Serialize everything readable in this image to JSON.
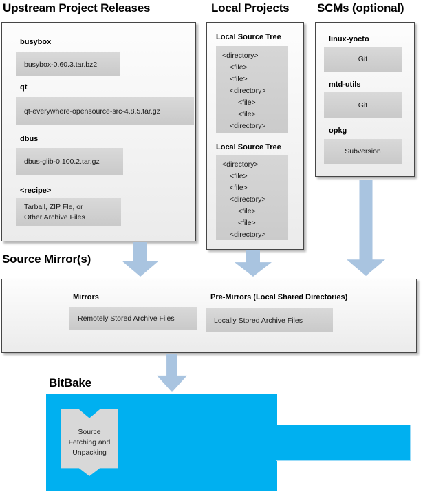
{
  "titles": {
    "upstream": "Upstream Project Releases",
    "local": "Local Projects",
    "scms": "SCMs (optional)",
    "mirrors": "Source Mirror(s)",
    "bitbake": "BitBake"
  },
  "upstream": {
    "items": [
      {
        "label": "busybox",
        "lines": [
          "busybox-0.60.3.tar.bz2"
        ]
      },
      {
        "label": "qt",
        "lines": [
          "qt-everywhere-opensource-src-4.8.5.tar.gz"
        ]
      },
      {
        "label": "dbus",
        "lines": [
          "dbus-glib-0.100.2.tar.gz"
        ]
      },
      {
        "label": "<recipe>",
        "lines": [
          "Tarball, ZIP Fle, or",
          "Other Archive Files"
        ]
      }
    ]
  },
  "local": {
    "tree_label": "Local Source Tree",
    "tree_items": [
      "<directory>",
      "<file>",
      "<file>",
      "<directory>",
      "<file>",
      "<file>",
      "<directory>"
    ]
  },
  "scms": {
    "items": [
      {
        "label": "linux-yocto",
        "box": "Git"
      },
      {
        "label": "mtd-utils",
        "box": "Git"
      },
      {
        "label": "opkg",
        "box": "Subversion"
      }
    ]
  },
  "mirrors": {
    "mirrors_label": "Mirrors",
    "mirrors_box": "Remotely Stored Archive Files",
    "premirrors_label": "Pre-Mirrors (Local Shared Directories)",
    "premirrors_box": "Locally Stored Archive Files"
  },
  "bitbake": {
    "process_lines": [
      "Source",
      "Fetching and",
      "Unpacking"
    ]
  },
  "colors": {
    "bitbake_blue": "#00b0f0",
    "arrow_blue": "#a9c4e0",
    "box_gray": "#d1d1d1",
    "panel_border": "#464646"
  }
}
